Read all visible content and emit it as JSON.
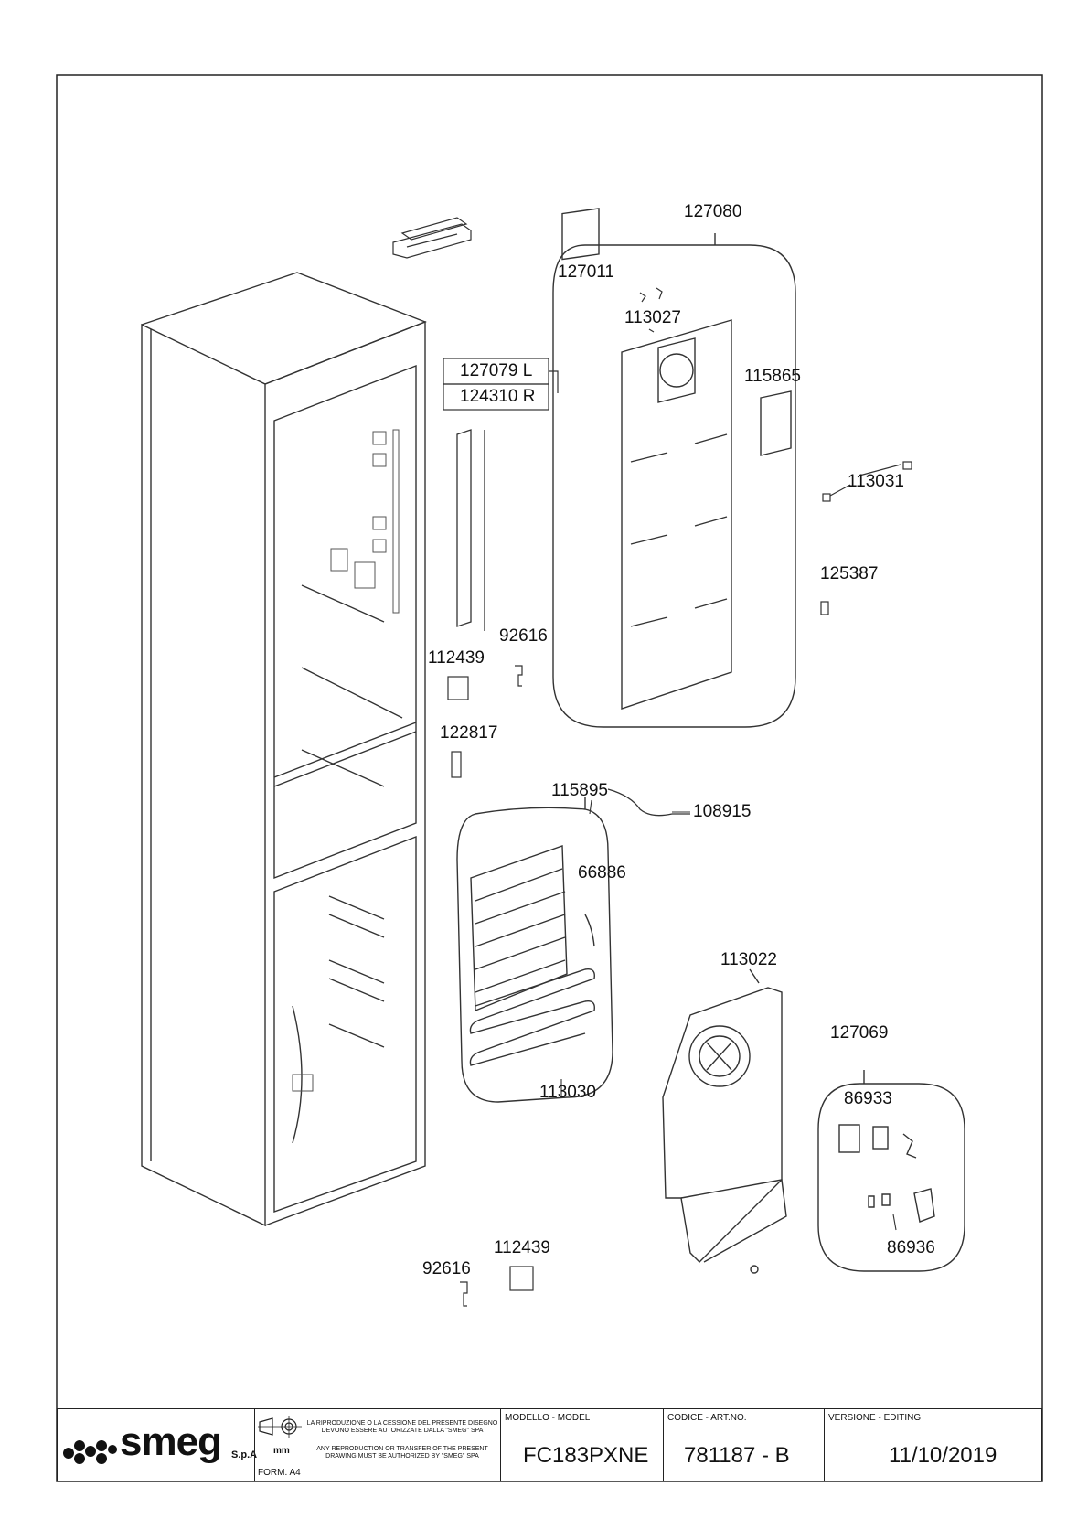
{
  "parts": [
    {
      "id": "127080"
    },
    {
      "id": "127011"
    },
    {
      "id": "113027"
    },
    {
      "id": "127079",
      "side": "L"
    },
    {
      "id": "124310",
      "side": "R"
    },
    {
      "id": "115865"
    },
    {
      "id": "113031"
    },
    {
      "id": "125387"
    },
    {
      "id": "92616"
    },
    {
      "id": "112439"
    },
    {
      "id": "122817"
    },
    {
      "id": "115895"
    },
    {
      "id": "108915"
    },
    {
      "id": "66886"
    },
    {
      "id": "113022"
    },
    {
      "id": "127069"
    },
    {
      "id": "86933"
    },
    {
      "id": "86936"
    },
    {
      "id": "113030"
    },
    {
      "id": "112439"
    },
    {
      "id": "92616"
    }
  ],
  "title_block": {
    "brand": "smeg",
    "brand_suffix": "S.p.A",
    "format": "FORM. A4",
    "unit": "mm",
    "notice_it": "LA RIPRODUZIONE O LA CESSIONE DEL PRESENTE DISEGNO DEVONO ESSERE AUTORIZZATE DALLA \"SMEG\" SPA",
    "notice_en": "ANY REPRODUCTION OR TRANSFER OF THE PRESENT DRAWING MUST BE AUTHORIZED BY \"SMEG\" SPA",
    "model_label": "MODELLO - MODEL",
    "model_value": "FC183PXNE",
    "code_label": "CODICE - ART.NO.",
    "code_value": "781187 - B",
    "version_label": "VERSIONE - EDITING",
    "version_value": "11/10/2019"
  },
  "colors": {
    "line": "#222222",
    "paper": "#ffffff"
  }
}
